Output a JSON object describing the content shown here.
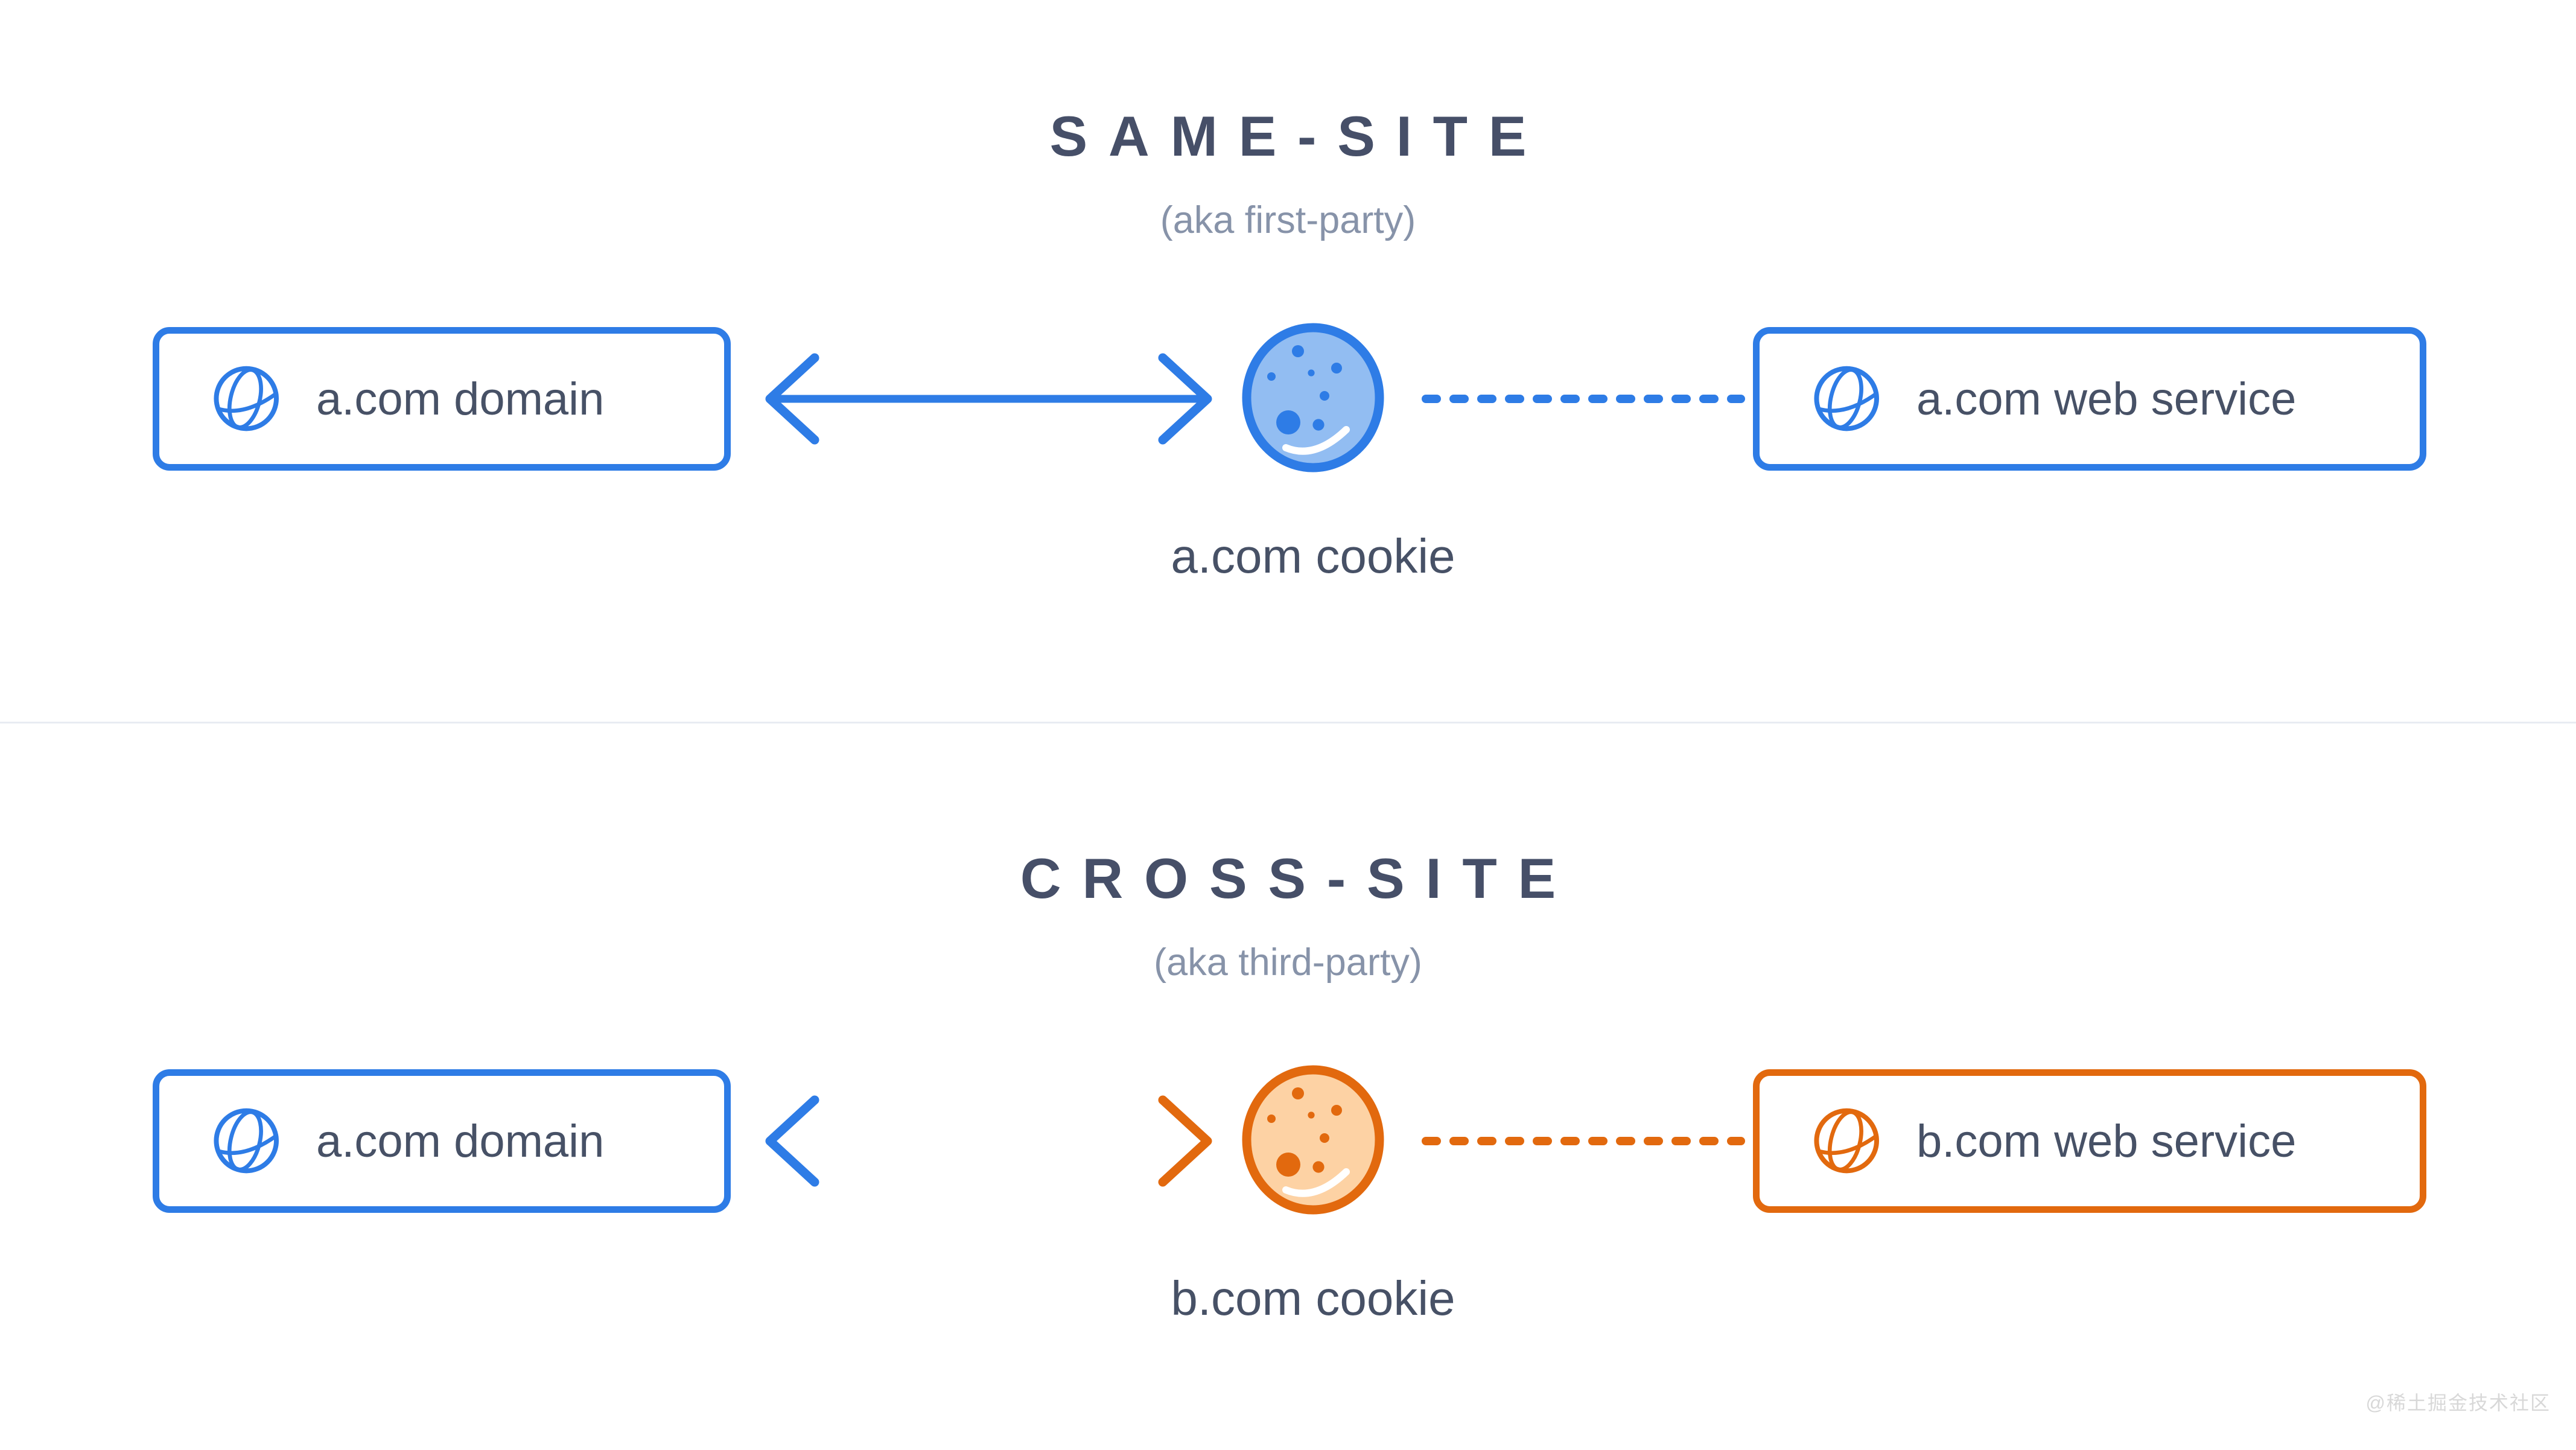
{
  "diagram": {
    "watermark": "@稀土掘金技术社区",
    "colors": {
      "blue": "#2e7ce6",
      "blue_cookie_fill": "#92bdf2",
      "orange": "#e2690e",
      "orange_cookie_fill": "#fdd2a4",
      "heading_text": "#464f68",
      "subheading_text": "#8793a9",
      "label_text": "#475166",
      "divider": "#e8ecf2",
      "watermark_text": "#d8d8d8"
    },
    "icons": [
      "globe-icon",
      "cookie-icon",
      "double-arrow",
      "dashed-connector"
    ],
    "sections": [
      {
        "title": "SAME-SITE",
        "subtitle": "(aka first-party)",
        "left_box": {
          "label": "a.com domain",
          "accent": "blue"
        },
        "right_box": {
          "label": "a.com web service",
          "accent": "blue"
        },
        "cookie_label": "a.com cookie",
        "cookie_accent": "blue",
        "arrow_accent": "blue",
        "dash_accent": "blue"
      },
      {
        "title": "CROSS-SITE",
        "subtitle": "(aka third-party)",
        "left_box": {
          "label": "a.com domain",
          "accent": "blue"
        },
        "right_box": {
          "label": "b.com web service",
          "accent": "orange"
        },
        "cookie_label": "b.com cookie",
        "cookie_accent": "orange",
        "arrow_accent": "blue-to-orange",
        "dash_accent": "orange"
      }
    ]
  }
}
